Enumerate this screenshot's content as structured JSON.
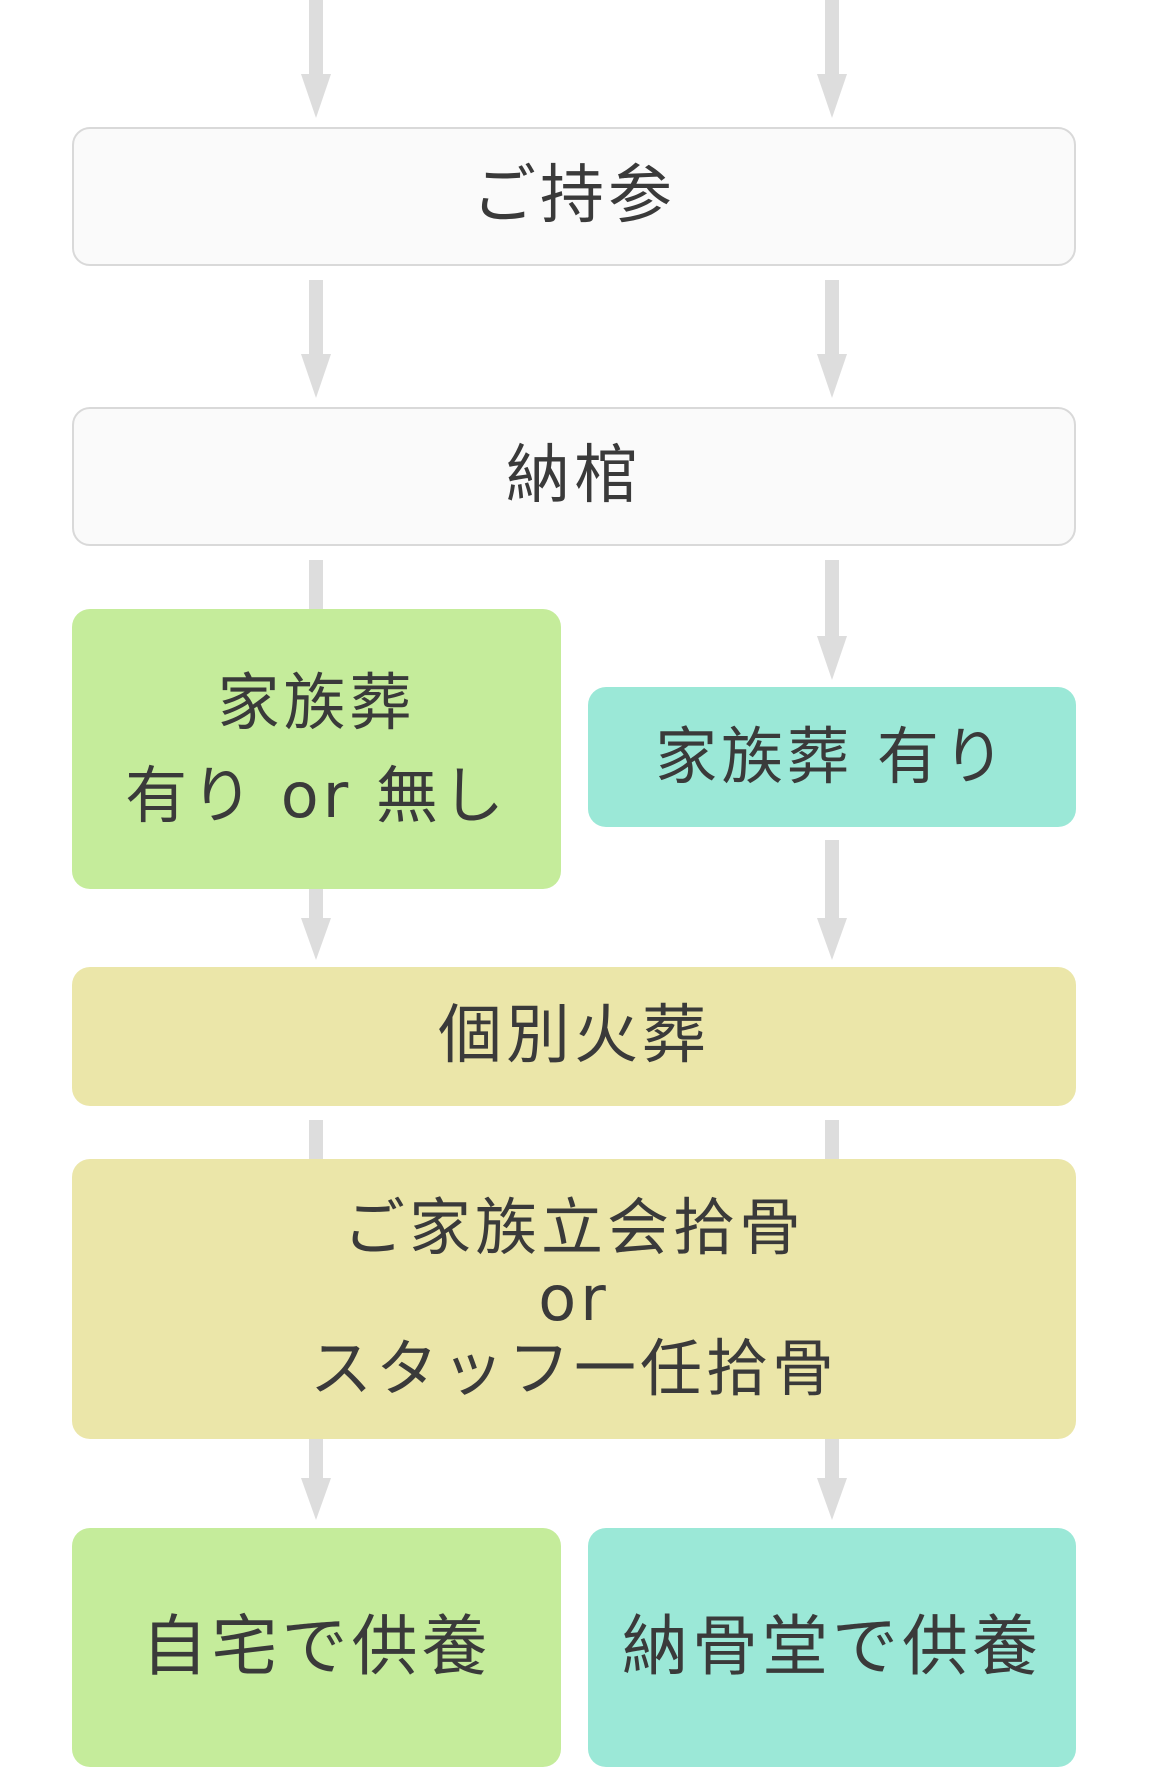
{
  "diagram": {
    "colors": {
      "connector": "#dddddd",
      "white_box": "#fafafa",
      "white_box_border": "#d9d9d9",
      "green": "#c5ec9b",
      "teal": "#9be8d7",
      "yellow": "#ebe6a9",
      "text": "#3a3a3a"
    },
    "nodes": {
      "bring": "ご持参",
      "coffin": "納棺",
      "family_funeral_optional": "家族葬\n有り or 無し",
      "family_funeral_yes": "家族葬 有り",
      "individual_cremation": "個別火葬",
      "bone_collection": "ご家族立会拾骨\nor\nスタッフ一任拾骨",
      "home_memorial": "自宅で供養",
      "ossuary_memorial": "納骨堂で供養"
    }
  }
}
